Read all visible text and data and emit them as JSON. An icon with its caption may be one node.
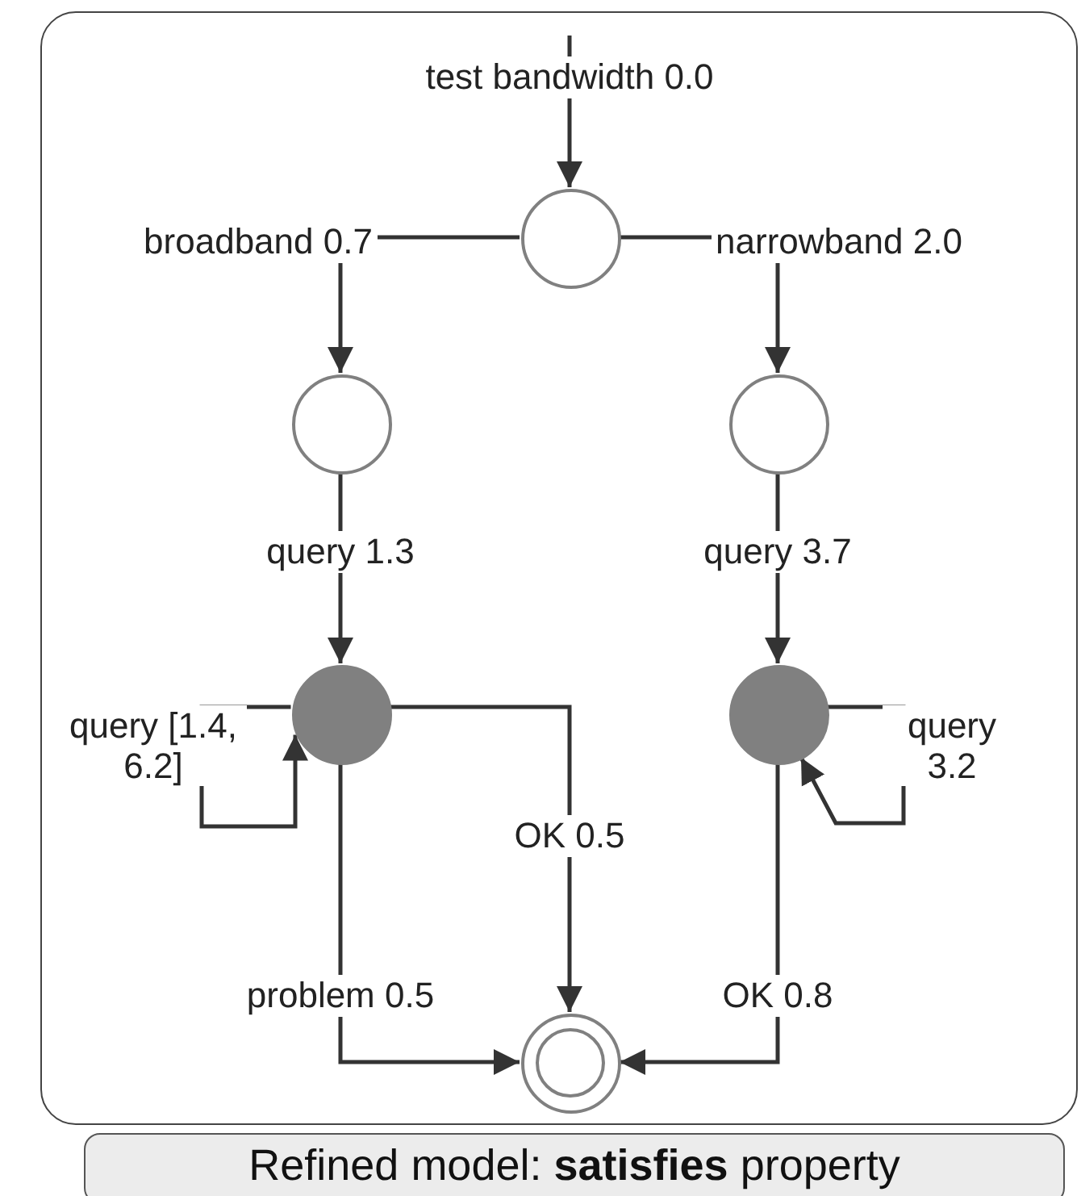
{
  "diagram": {
    "nodes": [
      {
        "text": [
          "Refined model: **satisfies** property"
        ]
      },
      {
        "text": [],
        "shape": "circle",
        "in": 0
      },
      {
        "text": [],
        "shape": "circle",
        "in": 0
      },
      {
        "text": [],
        "shape": "circle",
        "in": 0
      },
      {
        "text": [],
        "shape": "dot",
        "in": 0
      },
      {
        "text": [],
        "shape": "dot",
        "in": 0
      },
      {
        "text": [],
        "shape": "double-circle",
        "in": 0
      }
    ],
    "edges": [
      {
        "from": null,
        "to": 1,
        "arrow": "to",
        "label": "test bandwidth 0.0"
      },
      {
        "from": 1,
        "to": 2,
        "arrow": "to",
        "label": "broadband 0.7"
      },
      {
        "from": 1,
        "to": 3,
        "arrow": "to",
        "label": "narrowband 2.0"
      },
      {
        "from": 2,
        "to": 4,
        "arrow": "to",
        "label": "query 1.3"
      },
      {
        "from": 3,
        "to": 5,
        "arrow": "to",
        "label": "query 3.7"
      },
      {
        "from": 4,
        "to": 4,
        "arrow": "to",
        "label": "query [1.4, 6.2]"
      },
      {
        "from": 5,
        "to": 5,
        "arrow": "to",
        "label": "query 3.2"
      },
      {
        "from": 4,
        "to": 6,
        "arrow": "to",
        "label": "OK 0.5"
      },
      {
        "from": 4,
        "to": 6,
        "arrow": "to",
        "label": "problem 0.5"
      },
      {
        "from": 5,
        "to": 6,
        "arrow": "to",
        "label": "OK 0.8"
      }
    ]
  }
}
